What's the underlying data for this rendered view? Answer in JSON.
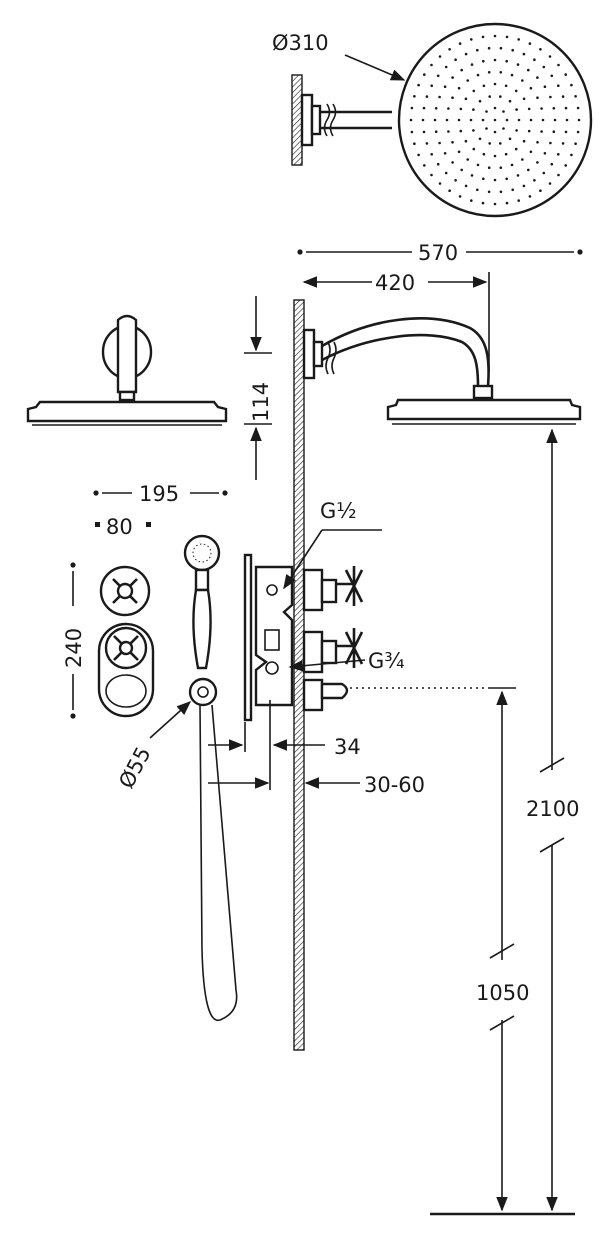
{
  "labels": {
    "head_diameter": "Ø310",
    "total_reach": "570",
    "arm_reach": "420",
    "arm_drop": "114",
    "plate_width": "195",
    "plate_spacing": "80",
    "plate_height": "240",
    "inlet_top": "G½",
    "inlet_bottom": "G¾",
    "hand_diameter": "Ø55",
    "depth_a": "34",
    "depth_b": "30-60",
    "head_height": "2100",
    "outlet_height": "1050"
  },
  "colors": {
    "line": "#1a1a1a",
    "background": "#ffffff"
  }
}
